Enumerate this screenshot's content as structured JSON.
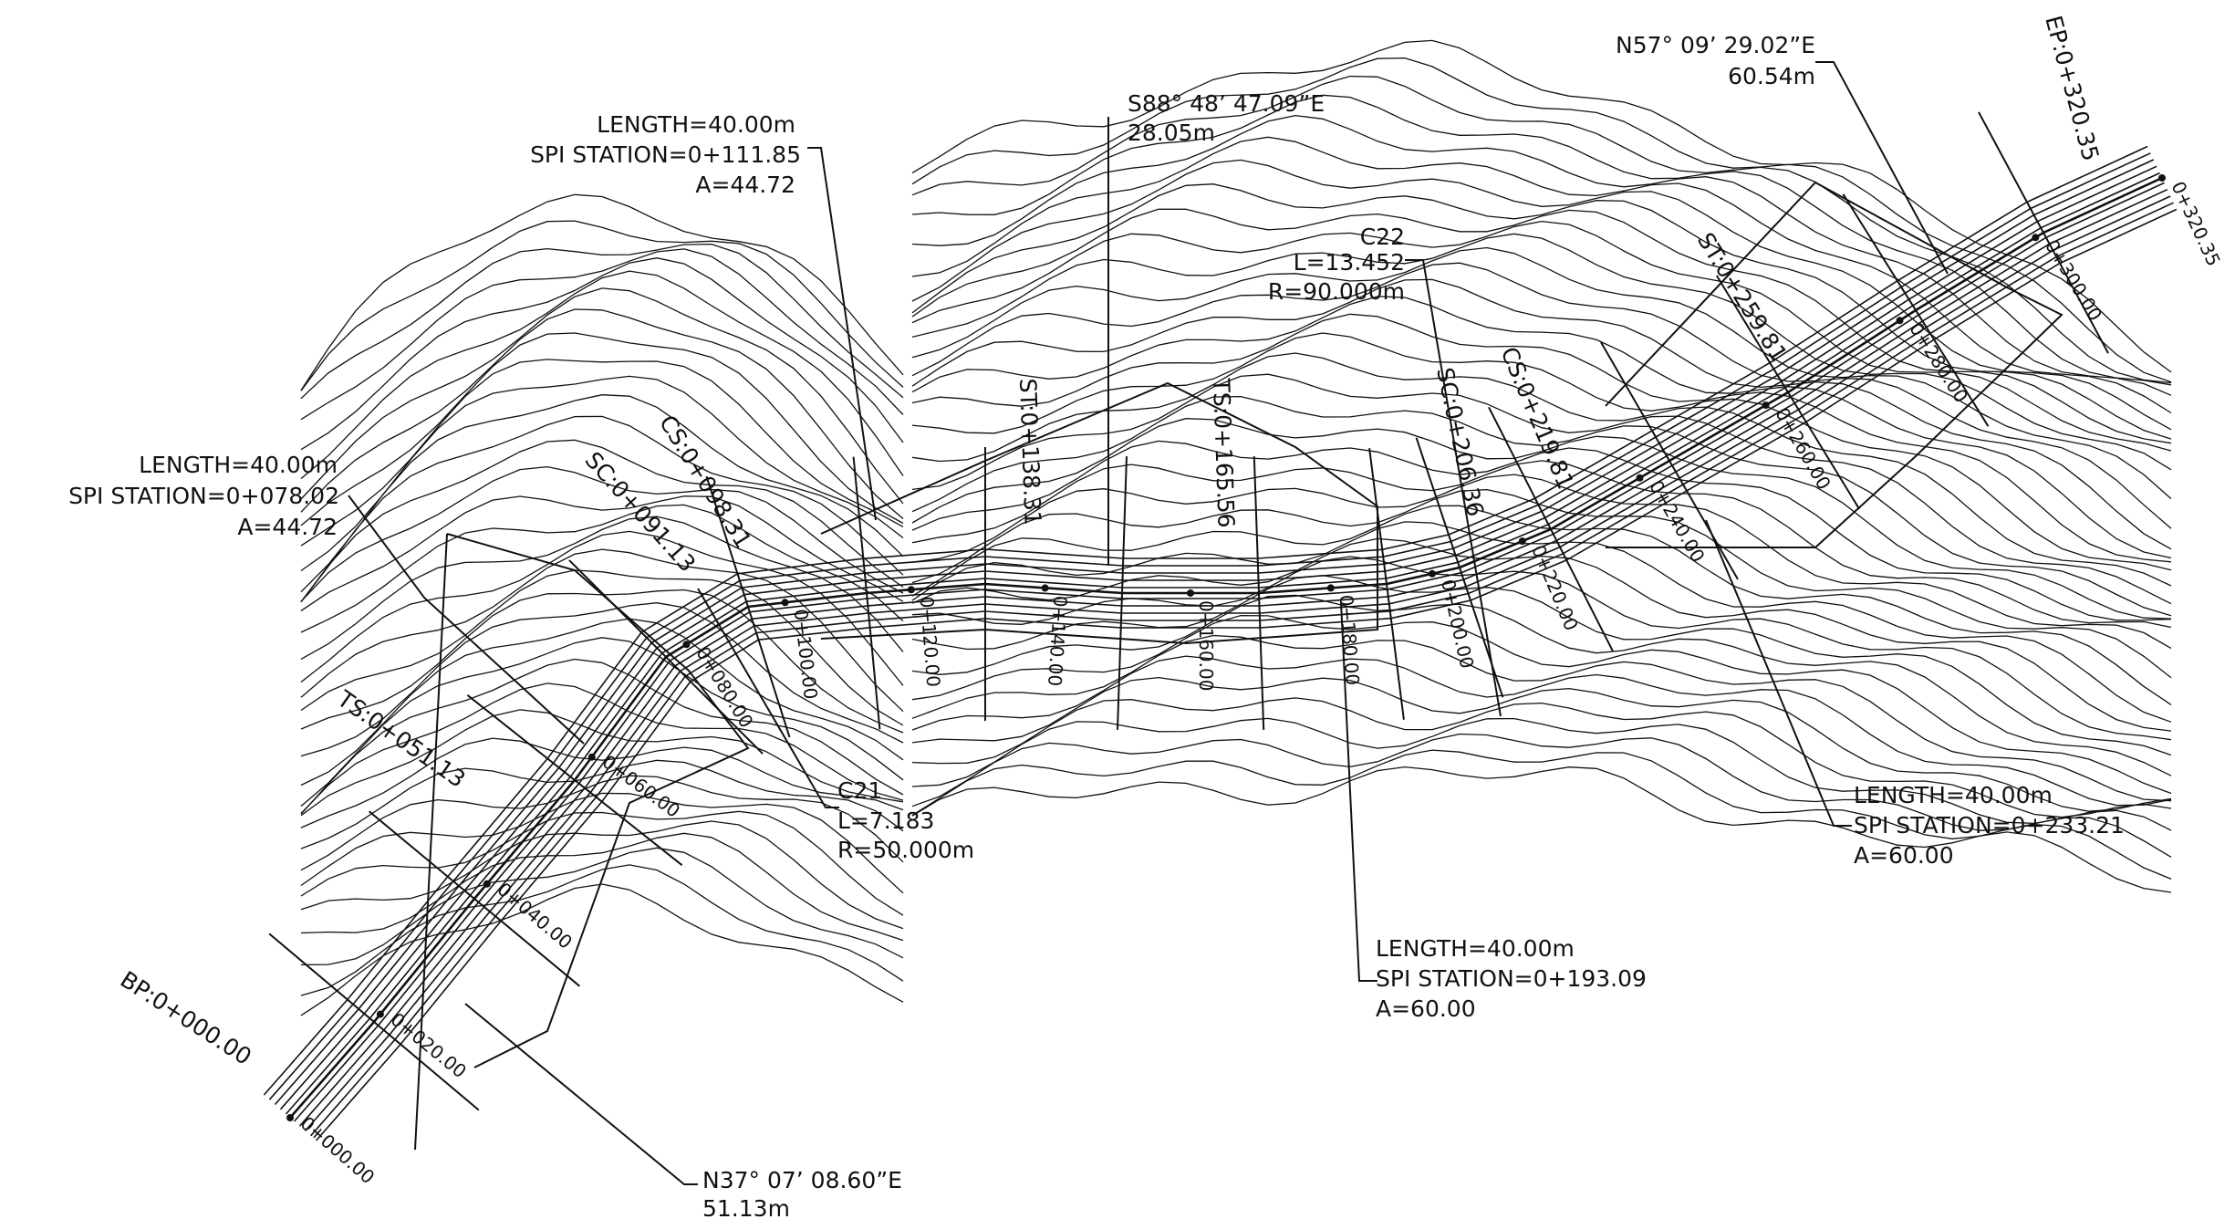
{
  "colors": {
    "ink": "#111111",
    "background": "#ffffff"
  },
  "alignment_notes": {
    "spiral_1": {
      "length": "LENGTH=40.00m",
      "spi": "SPI STATION=0+078.02",
      "a": "A=44.72"
    },
    "spiral_2": {
      "length": "LENGTH=40.00m",
      "spi": "SPI STATION=0+111.85",
      "a": "A=44.72"
    },
    "spiral_3": {
      "length": "LENGTH=40.00m",
      "spi": "SPI STATION=0+193.09",
      "a": "A=60.00"
    },
    "spiral_4": {
      "length": "LENGTH=40.00m",
      "spi": "SPI STATION=0+233.21",
      "a": "A=60.00"
    },
    "curve_c21": {
      "name": "C21",
      "l": "L=7.183",
      "r": "R=50.000m"
    },
    "curve_c22": {
      "name": "C22",
      "l": "L=13.452",
      "r": "R=90.000m"
    },
    "tangent_1": {
      "bearing": "N37° 07’ 08.60”E",
      "dist": "51.13m"
    },
    "tangent_2": {
      "bearing": "S88° 48’ 47.09”E",
      "dist": "28.05m"
    },
    "tangent_3": {
      "bearing": "N57° 09’ 29.02”E",
      "dist": "60.54m"
    }
  },
  "key_points": {
    "bp": "BP:0+000.00",
    "ts1": "TS:0+051.13",
    "sc1": "SC:0+091.13",
    "cs1": "CS:0+098.31",
    "st1": "ST:0+138.31",
    "ts2": "TS:0+165.56",
    "sc2": "SC:0+206.36",
    "cs2": "CS:0+219.81",
    "st2": "ST:0+259.81",
    "ep": "EP:0+320.35"
  },
  "stations": [
    "0+000.00",
    "0+020.00",
    "0+040.00",
    "0+060.00",
    "0+080.00",
    "0+100.00",
    "0+120.00",
    "0+140.00",
    "0+160.00",
    "0+180.00",
    "0+200.00",
    "0+220.00",
    "0+240.00",
    "0+260.00",
    "0+280.00",
    "0+300.00",
    "0+320.35"
  ]
}
